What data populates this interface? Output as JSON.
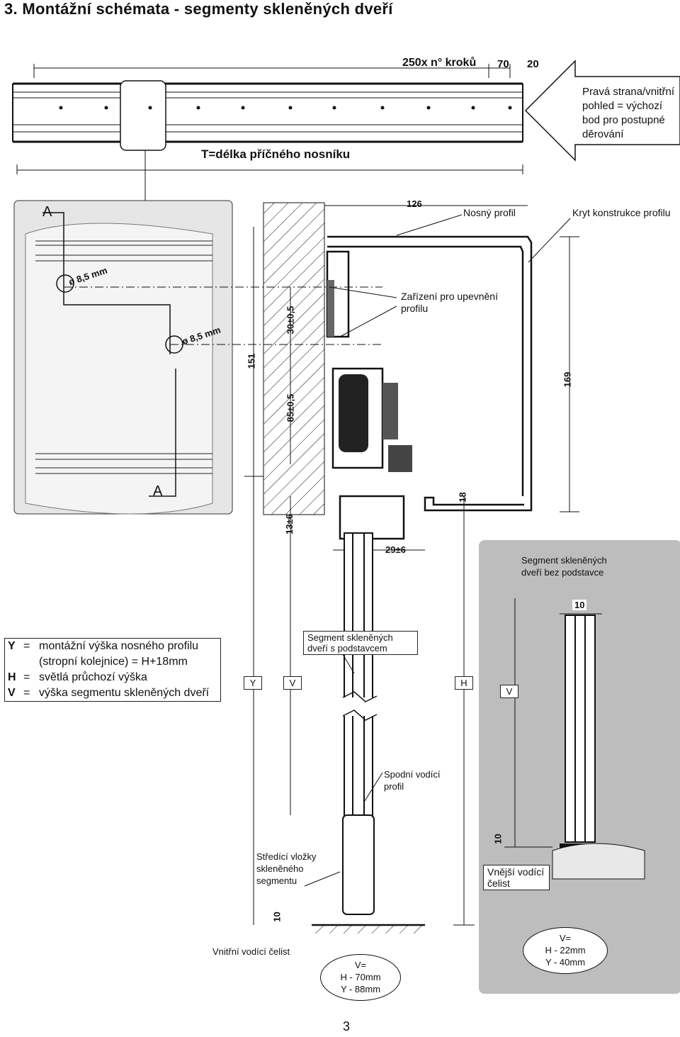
{
  "title": "3. Montážní schémata - segmenty skleněných dveří",
  "beam": {
    "steps_label": "250x n° kroků",
    "dim_70": "70",
    "dim_20": "20",
    "length_label": "T=délka příčného nosníku",
    "right_note": "Pravá strana/vnitřní pohled = výchozí bod pro postupné děrování"
  },
  "section": {
    "mark_a_top": "A",
    "mark_a_bottom": "A",
    "hole_1": "ø 8,5 mm",
    "hole_2": "ø 8,5 mm",
    "dim_126": "126",
    "dim_151": "151",
    "dim_30": "30±0,5",
    "dim_85": "85±0,5",
    "dim_169": "169",
    "dim_18": "18",
    "dim_13": "13±6",
    "dim_29": "29±6",
    "nosny_profil": "Nosný profil",
    "kryt": "Kryt konstrukce profilu",
    "zarizeni": "Zařízení pro upevnění profilu"
  },
  "legend": {
    "rows": [
      {
        "key": "Y",
        "eq": "=",
        "text": "montážní výška nosného profilu (stropní kolejnice) = H+18mm"
      },
      {
        "key": "H",
        "eq": "=",
        "text": "světlá průchozí výška"
      },
      {
        "key": "V",
        "eq": "=",
        "text": "výška segmentu skleněných dveří"
      }
    ]
  },
  "markers": {
    "y": "Y",
    "v1": "V",
    "h": "H",
    "v2": "V"
  },
  "lower": {
    "segment_s_podstavcem": "Segment skleněných dveří s podstavcem",
    "segment_bez": "Segment skleněných dveří bez podstavce",
    "dim_10_top": "10",
    "dim_10_mid": "10",
    "dim_10_bottom": "10",
    "spodni": "Spodní vodící profil",
    "stredici": "Středící vložky skleněného segmentu",
    "vnejsi": "Vnější vodící čelist",
    "vnitrni": "Vnitřní vodící čelist",
    "formula_left": {
      "v": "V=",
      "h": "H - 70mm",
      "y": "Y - 88mm"
    },
    "formula_right": {
      "v": "V=",
      "h": "H - 22mm",
      "y": "Y - 40mm"
    }
  },
  "page_number": "3",
  "colors": {
    "ink": "#111111",
    "photo_gray": "#bdbdbd",
    "panel_gray": "#d9d9d9"
  }
}
